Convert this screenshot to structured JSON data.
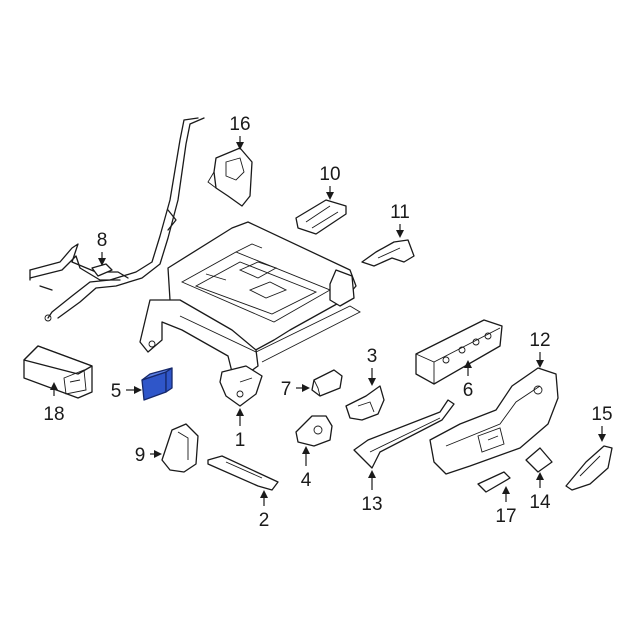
{
  "diagram": {
    "highlight_color": "#2f56c9",
    "line_color": "#1a1a1a",
    "background": "#ffffff",
    "callouts": {
      "p1": "1",
      "p2": "2",
      "p3": "3",
      "p4": "4",
      "p5": "5",
      "p6": "6",
      "p7": "7",
      "p8": "8",
      "p9": "9",
      "p10": "10",
      "p11": "11",
      "p12": "12",
      "p13": "13",
      "p14": "14",
      "p15": "15",
      "p16": "16",
      "p17": "17",
      "p18": "18"
    },
    "highlighted_part": "5"
  }
}
